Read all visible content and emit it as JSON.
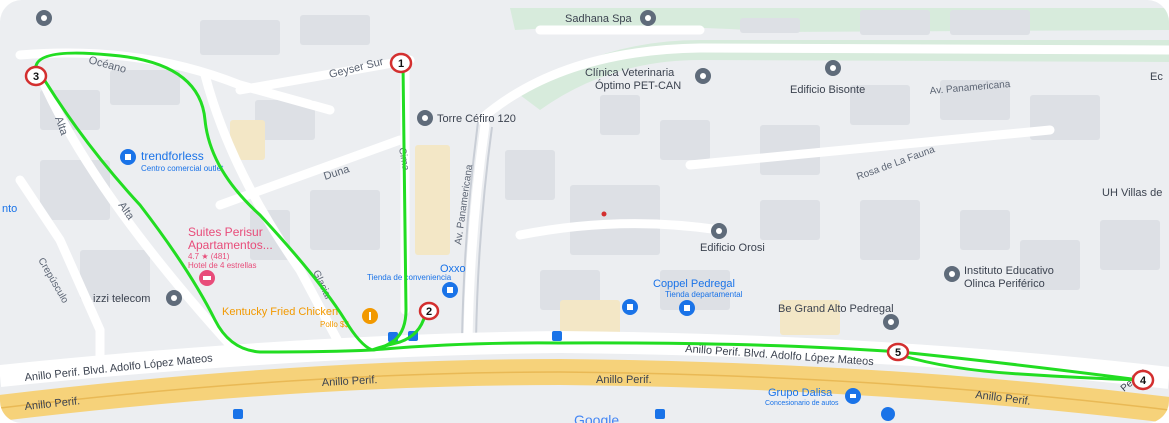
{
  "map": {
    "streets": {
      "oceano": "Océano",
      "geyser_sur": "Geyser Sur",
      "alta_1": "Alta",
      "alta_2": "Alta",
      "duna": "Duna",
      "crepusculo": "Crepúsculo",
      "cima": "Cima",
      "glaciar": "Glaciar",
      "av_panamericana_diag": "Av. Panamericana",
      "av_panamericana_top": "Av. Panamericana",
      "rosa_de_la_fauna": "Rosa de La Fauna",
      "anillo_perif_blvd_left": "Anillo Perif. Blvd. Adolfo López Mateos",
      "anillo_perif_blvd_right": "Anillo Perif. Blvd. Adolfo López Mateos",
      "anillo_perif_1": "Anillo Perif.",
      "anillo_perif_2": "Anillo Perif.",
      "anillo_perif_3": "Anillo Perif.",
      "anillo_perif_4": "Anillo Perif.",
      "perifer": "Perifer"
    },
    "places": {
      "sadhana_spa": "Sadhana Spa",
      "clinica_line1": "Clínica Veterinaria",
      "clinica_line2": "Óptimo PET-CAN",
      "edificio_bisonte": "Edificio Bisonte",
      "ec_partial": "Ec",
      "torre_cefiro": "Torre Céfiro 120",
      "trendforless": "trendforless",
      "trendforless_sub": "Centro comercial outlet",
      "suites_line1": "Suites Perisur",
      "suites_line2": "Apartamentos...",
      "suites_rating": "4.7 ★ (481)",
      "suites_sub": "Hotel de 4 estrellas",
      "oxxo": "Oxxo",
      "oxxo_sub": "Tienda de conveniencia",
      "coppel": "Coppel Pedregal",
      "coppel_sub": "Tienda departamental",
      "izzi": "izzi telecom",
      "kfc": "Kentucky Fried Chicken",
      "pollo": "Pollo $$",
      "edificio_orosi": "Edificio Orosi",
      "be_grand": "Be Grand Alto Pedregal",
      "instituto_line1": "Instituto Educativo",
      "instituto_line2": "Olinca Periférico",
      "uh_villas": "UH Villas de",
      "grupo_dalisa": "Grupo Dalisa",
      "grupo_dalisa_sub": "Concesionario de autos",
      "left_partial": "nto",
      "google": "Google"
    },
    "route_markers": [
      "1",
      "2",
      "3",
      "4",
      "5"
    ],
    "colors": {
      "route": "#22dd22",
      "marker_ring": "#d32f2f",
      "highway": "#f6d27a",
      "water_green": "#cfe9d6",
      "hotel_pink": "#e84c7a",
      "food_orange": "#f29900",
      "shop_blue": "#1a73e8",
      "poi_gray": "#5f6b7a"
    }
  }
}
